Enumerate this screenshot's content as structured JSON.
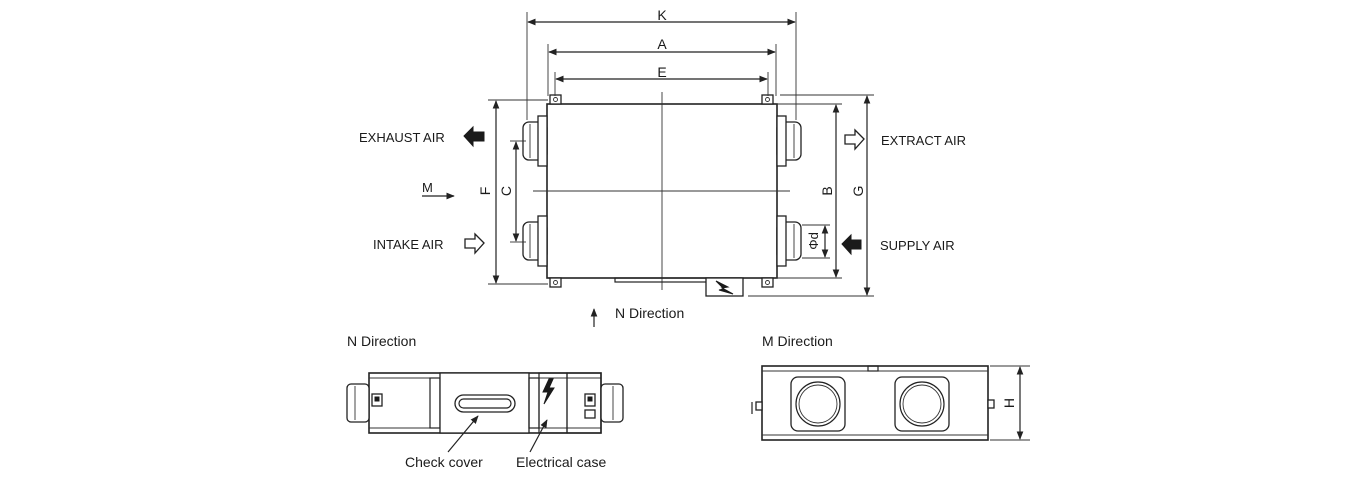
{
  "labels": {
    "exhaust_air": "EXHAUST AIR",
    "intake_air": "INTAKE AIR",
    "extract_air": "EXTRACT AIR",
    "supply_air": "SUPPLY AIR",
    "m": "M",
    "n_direction_arrow": "N Direction",
    "n_direction_title": "N Direction",
    "m_direction_title": "M Direction",
    "check_cover": "Check cover",
    "electrical_case": "Electrical case"
  },
  "dimensions": {
    "k": "K",
    "a": "A",
    "e": "E",
    "f": "F",
    "c": "C",
    "b": "B",
    "g": "G",
    "phi_d": "Φd",
    "h": "H"
  }
}
